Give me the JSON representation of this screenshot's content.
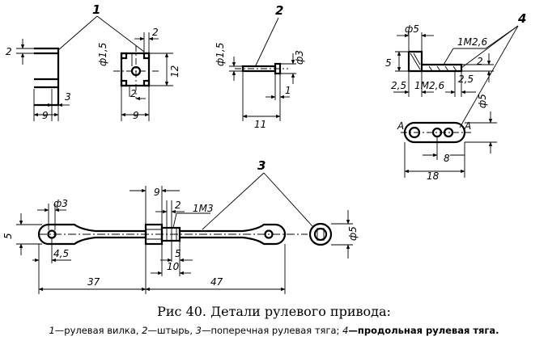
{
  "figure": {
    "title": "Рис 40. Детали рулевого привода:",
    "legend": [
      {
        "num": "1",
        "text": "—рулевая вилка, "
      },
      {
        "num": "2",
        "text": "—штырь, "
      },
      {
        "num": "3",
        "text": "—поперечная рулевая тяга; "
      },
      {
        "num": "4",
        "text": "—продольная рулевая тяга."
      }
    ]
  },
  "part1": {
    "label": "1",
    "dims": {
      "d1": "2",
      "d2": "3",
      "d3": "9",
      "d4": "ф1,5",
      "d5": "2",
      "d6": "12",
      "d7": "2",
      "d8": "9"
    }
  },
  "part2": {
    "label": "2",
    "dims": {
      "d1": "ф1,5",
      "d2": "ф3",
      "d3": "1",
      "d4": "11"
    }
  },
  "part4": {
    "label": "4",
    "dims": {
      "d1": "ф5",
      "d2": "1M2,6",
      "d3": "5",
      "d4": "2",
      "d5": "2,5",
      "d6": "1M2,6",
      "d7": "2,5",
      "d8": "ф5",
      "d9": "A",
      "d10": "A",
      "d11": "8",
      "d12": "18"
    }
  },
  "part3": {
    "label": "3",
    "dims": {
      "d1": "ф3",
      "d2": "9",
      "d3": "2",
      "d4": "1M3",
      "d5": "5",
      "d6": "4,5",
      "d7": "5",
      "d8": "10",
      "d9": "ф5",
      "d10": "37",
      "d11": "47"
    }
  }
}
